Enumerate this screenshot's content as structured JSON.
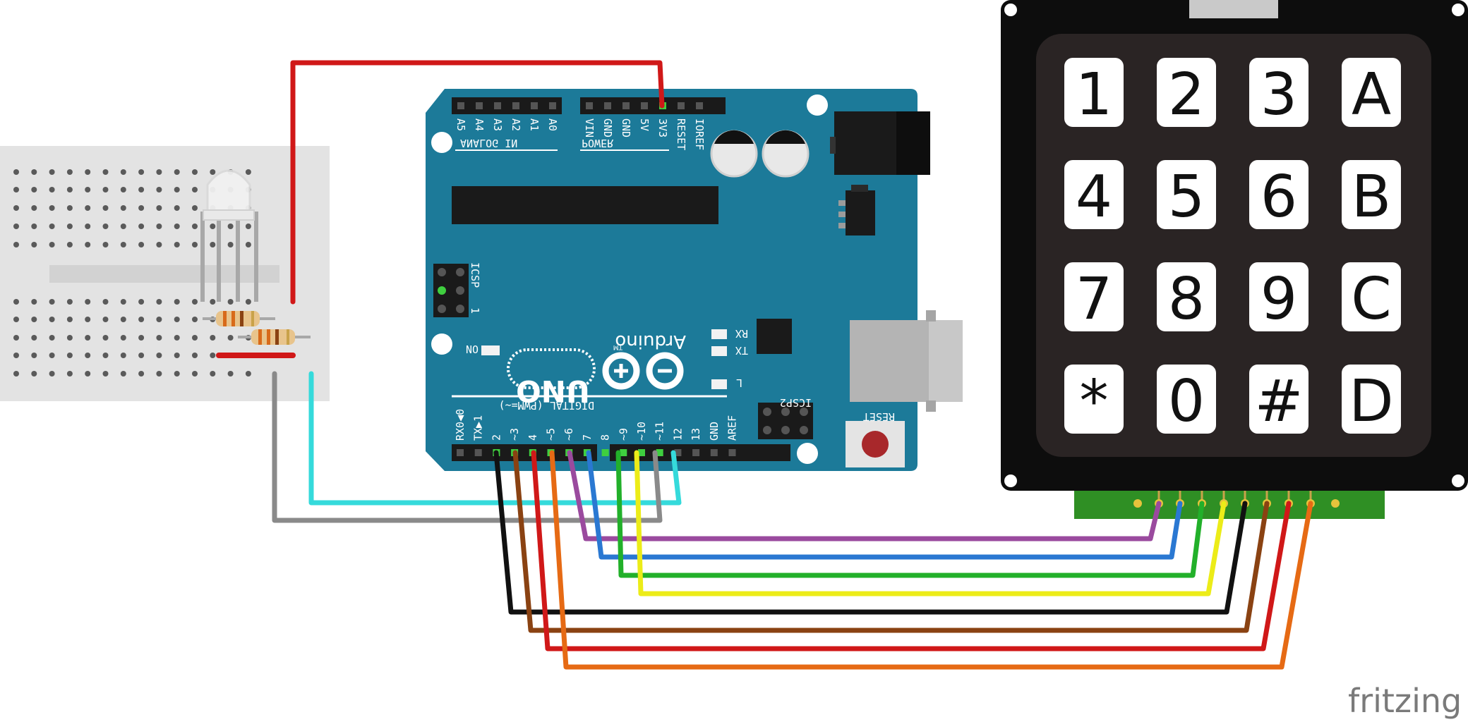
{
  "board": {
    "analog_label": "ANALOG IN",
    "analog_pins": [
      "A5",
      "A4",
      "A3",
      "A2",
      "A1",
      "A0"
    ],
    "power_label": "POWER",
    "power_pins": [
      "VIN",
      "GND",
      "GND",
      "5V",
      "3V3",
      "RESET",
      "IOREF"
    ],
    "icsp_label": "ICSP",
    "icsp_number": "1",
    "icsp2_label": "ICSP2",
    "on_label": "ON",
    "rx_label": "RX",
    "tx_label": "TX",
    "l_label": "L",
    "uno_label": "UNO",
    "brand": "Arduino",
    "tm": "TM",
    "digital_label": "DIGITAL (PWM=~)",
    "reset_label": "RESET",
    "digital_pins": [
      "RX0◀0",
      "TX▶1",
      "2",
      "~3",
      "4",
      "~5",
      "~6",
      "7",
      "8",
      "~9",
      "~10",
      "~11",
      "12",
      "13",
      "GND",
      "AREF"
    ]
  },
  "keypad": {
    "keys": [
      "1",
      "2",
      "3",
      "A",
      "4",
      "5",
      "6",
      "B",
      "7",
      "8",
      "9",
      "C",
      "*",
      "0",
      "#",
      "D"
    ]
  },
  "watermark": "fritzing",
  "colors": {
    "board": "#1c7a99",
    "board_text": "#ffffff",
    "breadboard": "#e3e3e3",
    "keypad_body": "#0d0d0d",
    "keypad_panel": "#2a2424",
    "keypad_pcb": "#2f8f24",
    "wire_red": "#d01818",
    "wire_cyan": "#35dadb",
    "wire_gray": "#8a8a8a",
    "wire_purple": "#9a4a9e",
    "wire_blue": "#2a78d2",
    "wire_green": "#22b02a",
    "wire_yellow": "#ecec18",
    "wire_black": "#111111",
    "wire_brown": "#8a4212",
    "wire_orange": "#e66a14"
  }
}
